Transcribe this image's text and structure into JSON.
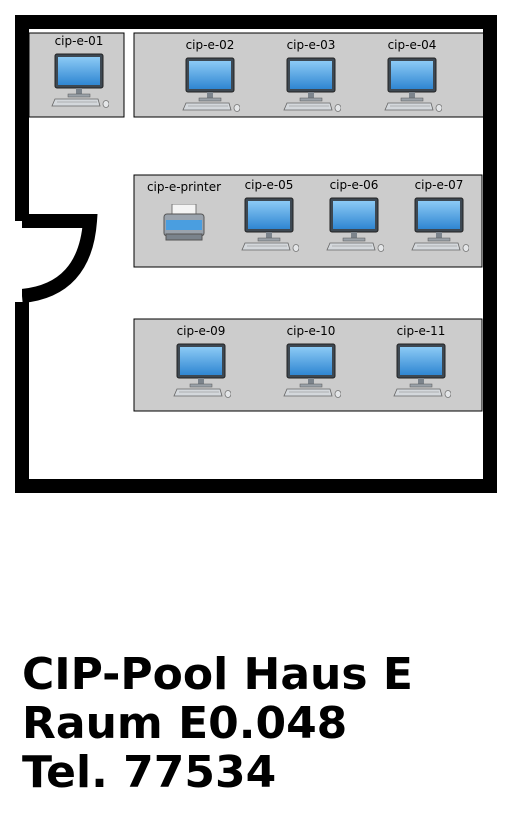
{
  "room": {
    "workstations": [
      {
        "label": "cip-e-01"
      },
      {
        "label": "cip-e-02"
      },
      {
        "label": "cip-e-03"
      },
      {
        "label": "cip-e-04"
      },
      {
        "label": "cip-e-05"
      },
      {
        "label": "cip-e-06"
      },
      {
        "label": "cip-e-07"
      },
      {
        "label": "cip-e-09"
      },
      {
        "label": "cip-e-10"
      },
      {
        "label": "cip-e-11"
      }
    ],
    "printer": {
      "label": "cip-e-printer"
    }
  },
  "info": {
    "title": "CIP-Pool Haus E",
    "room": "Raum E0.048",
    "phone": "Tel. 77534"
  },
  "colors": {
    "wall": "#000000",
    "desk": "#cccccc",
    "screen": "#4a9ee0",
    "floor": "#ffffff"
  }
}
